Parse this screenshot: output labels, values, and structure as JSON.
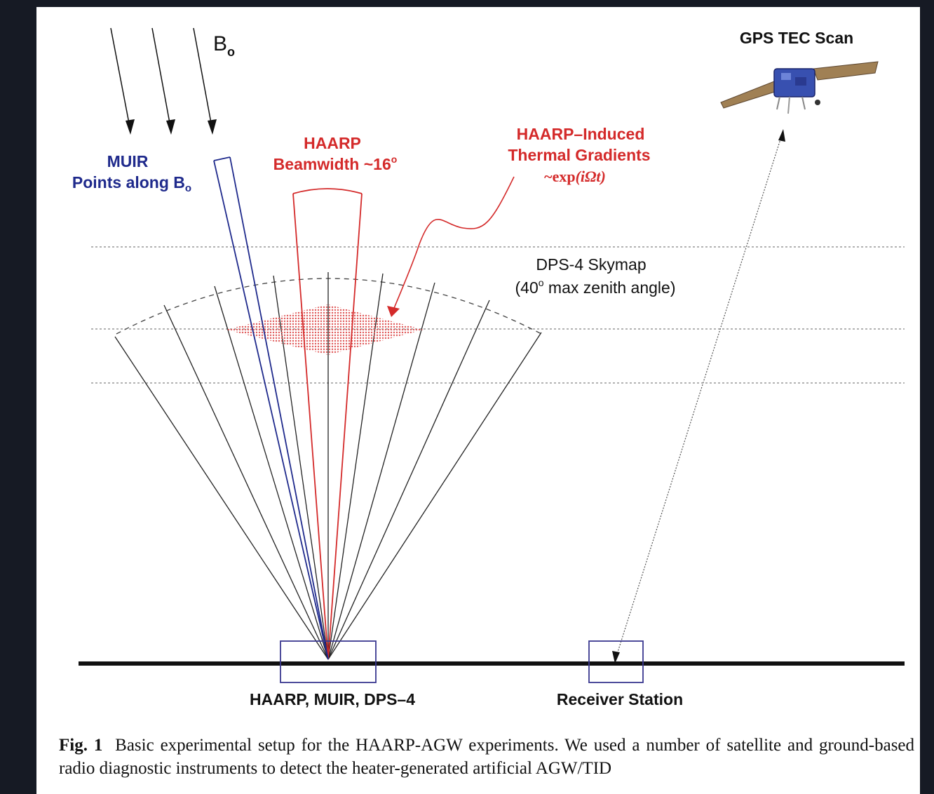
{
  "field_label": {
    "main": "B",
    "sub": "o"
  },
  "muir_label": {
    "line1": "MUIR",
    "line2_main": "Points along B",
    "line2_sub": "o"
  },
  "haarp_label": {
    "line1": "HAARP",
    "line2": "Beamwidth ~16",
    "line2_sup": "o"
  },
  "gradients_label": {
    "line1": "HAARP–Induced",
    "line2": "Thermal Gradients",
    "formula_prefix": "~exp",
    "formula": "(iΩt)"
  },
  "gps_label": "GPS TEC Scan",
  "skymap_label": {
    "line1": "DPS-4 Skymap",
    "line2_pre": "(40",
    "line2_sup": "o",
    "line2_post": " max zenith angle)"
  },
  "site_label": "HAARP, MUIR, DPS–4",
  "receiver_label": "Receiver Station",
  "caption": {
    "fig": "Fig. 1",
    "text": "Basic experimental setup for the HAARP-AGW experiments. We used a number of satellite and ground-based radio diagnostic instruments to detect the heater-generated artificial AGW/TID"
  },
  "colors": {
    "blue": "#1f2a8c",
    "red": "#d42a2a",
    "box": "#3a3890"
  }
}
